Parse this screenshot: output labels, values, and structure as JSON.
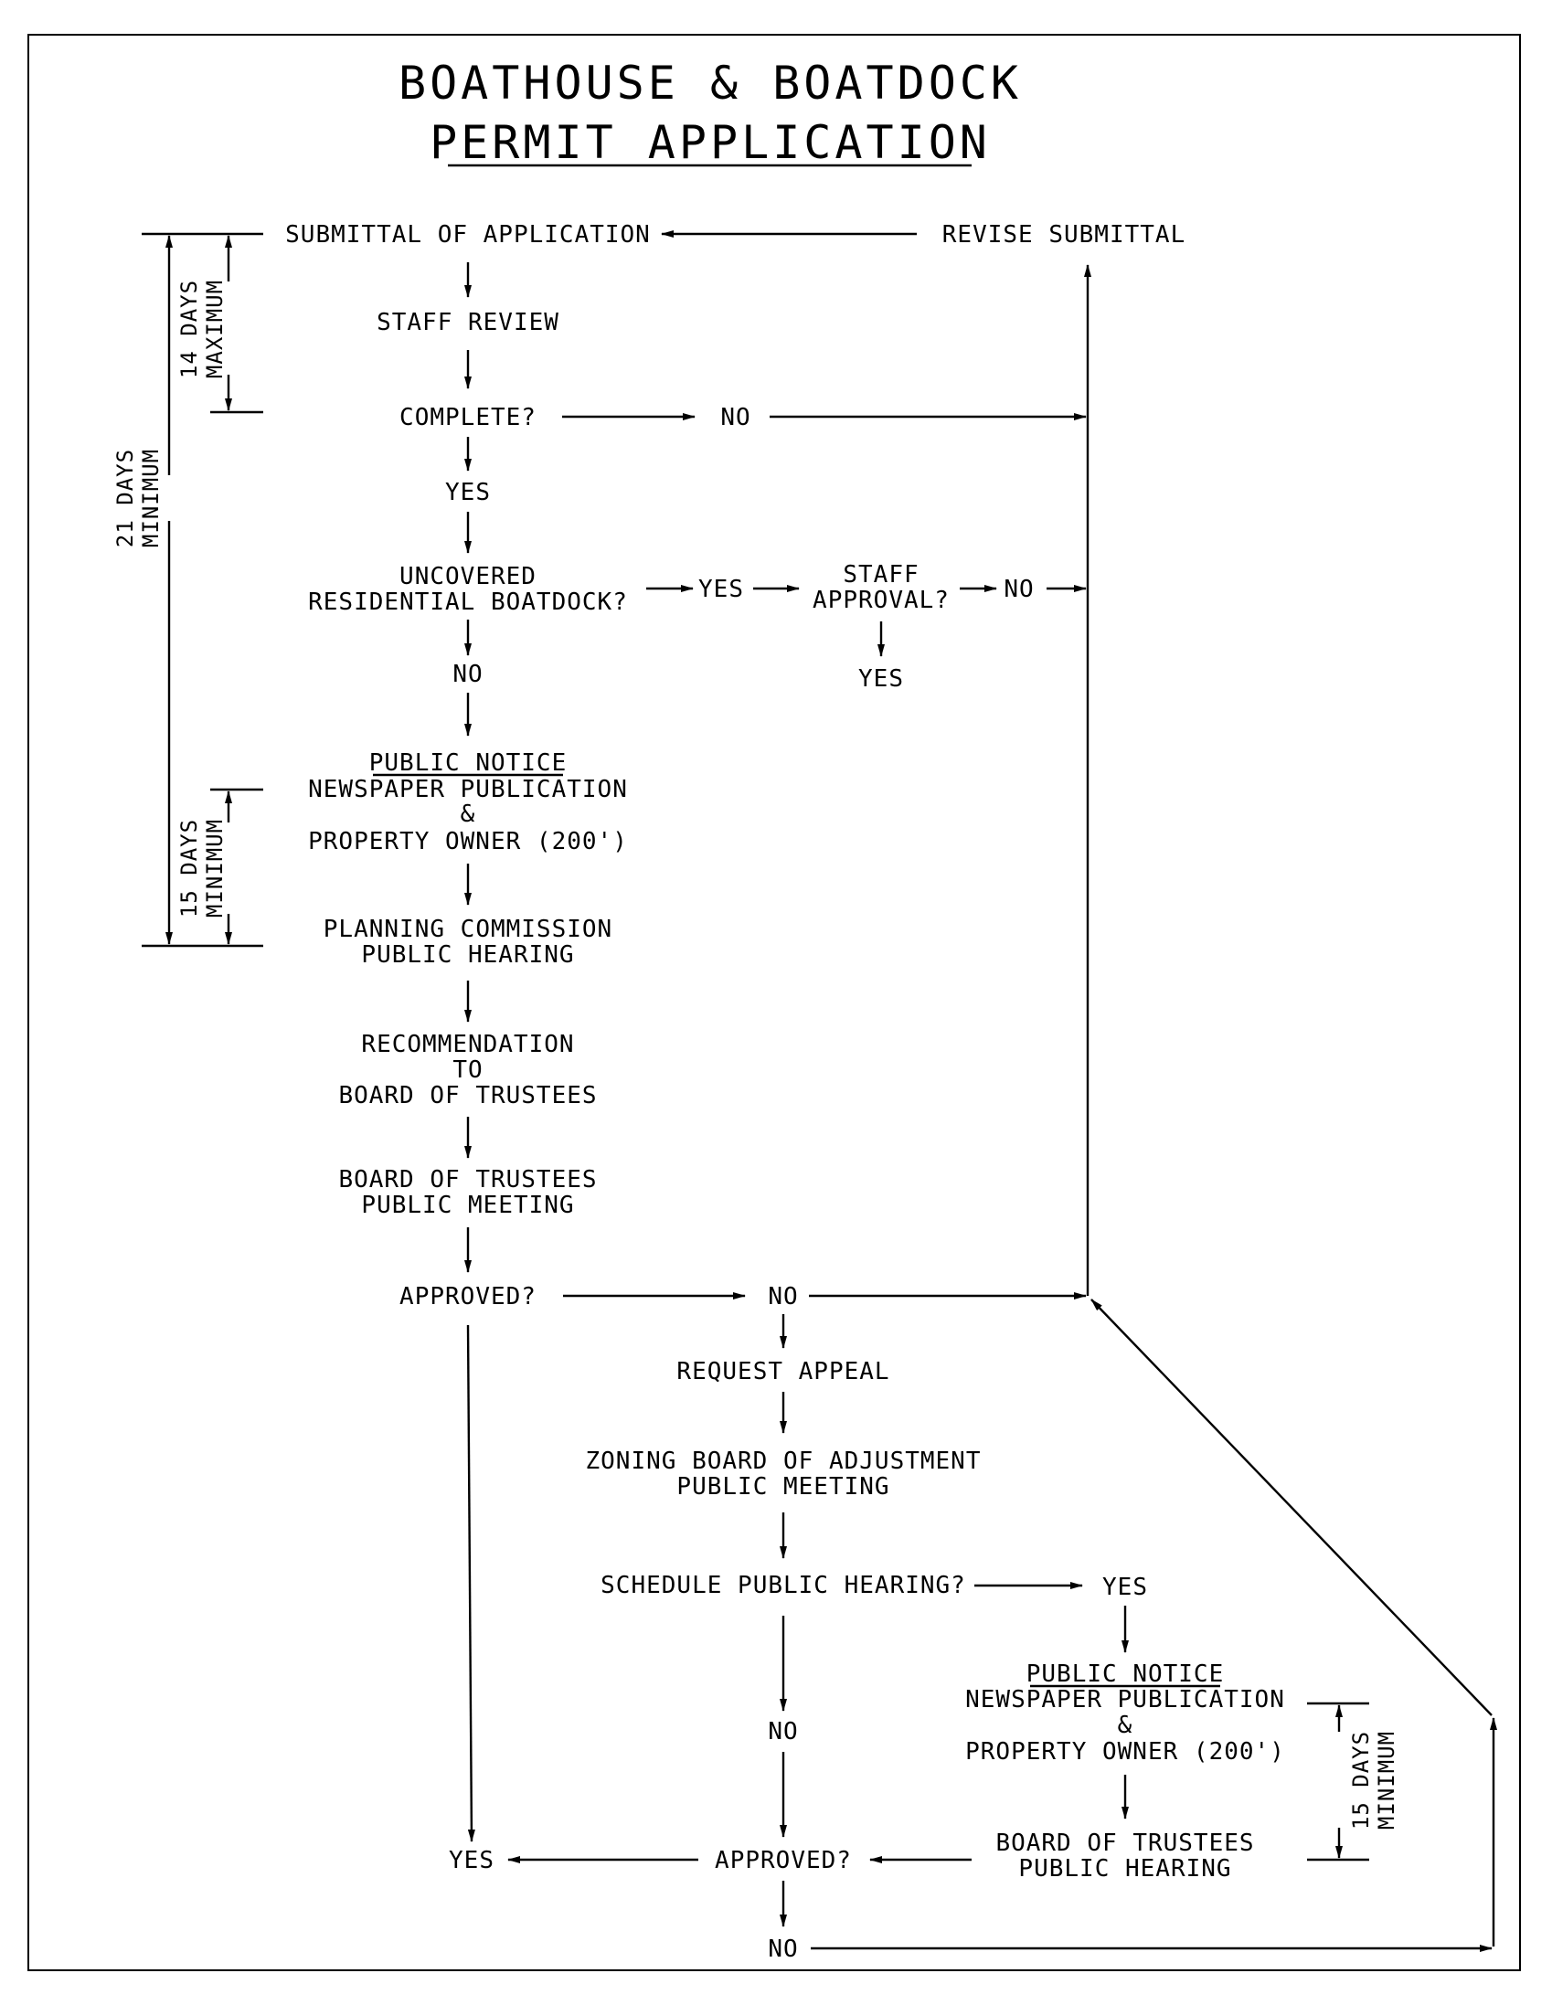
{
  "title": {
    "line1": "BOATHOUSE & BOATDOCK",
    "line2": "PERMIT APPLICATION"
  },
  "nodes": {
    "submittal": "SUBMITTAL OF APPLICATION",
    "revise": "REVISE SUBMITTAL",
    "staff_review": "STAFF REVIEW",
    "complete_q": "COMPLETE?",
    "complete_no": "NO",
    "complete_yes": "YES",
    "uncovered_l1": "UNCOVERED",
    "uncovered_l2": "RESIDENTIAL BOATDOCK?",
    "uncovered_yes": "YES",
    "staff_approval_l1": "STAFF",
    "staff_approval_l2": "APPROVAL?",
    "staff_no": "NO",
    "staff_yes": "YES",
    "uncovered_no": "NO",
    "pn1_title": "PUBLIC NOTICE",
    "pn1_l1": "NEWSPAPER PUBLICATION",
    "pn1_l2": "&",
    "pn1_l3": "PROPERTY OWNER (200')",
    "pc_l1": "PLANNING COMMISSION",
    "pc_l2": "PUBLIC HEARING",
    "rec_l1": "RECOMMENDATION",
    "rec_l2": "TO",
    "rec_l3": "BOARD OF TRUSTEES",
    "bot_l1": "BOARD OF TRUSTEES",
    "bot_l2": "PUBLIC MEETING",
    "approved1_q": "APPROVED?",
    "approved1_no": "NO",
    "request_appeal": "REQUEST APPEAL",
    "zba_l1": "ZONING BOARD OF ADJUSTMENT",
    "zba_l2": "PUBLIC MEETING",
    "schedule_q": "SCHEDULE PUBLIC HEARING?",
    "schedule_yes": "YES",
    "schedule_no": "NO",
    "pn2_title": "PUBLIC NOTICE",
    "pn2_l1": "NEWSPAPER PUBLICATION",
    "pn2_l2": "&",
    "pn2_l3": "PROPERTY OWNER (200')",
    "bot_hearing_l1": "BOARD OF TRUSTEES",
    "bot_hearing_l2": "PUBLIC HEARING",
    "approved2_q": "APPROVED?",
    "final_yes": "YES",
    "final_no": "NO"
  },
  "dimensions": {
    "d14_l1": "14 DAYS",
    "d14_l2": "MAXIMUM",
    "d21_l1": "21 DAYS",
    "d21_l2": "MINIMUM",
    "d15a_l1": "15 DAYS",
    "d15a_l2": "MINIMUM",
    "d15b_l1": "15 DAYS",
    "d15b_l2": "MINIMUM"
  }
}
